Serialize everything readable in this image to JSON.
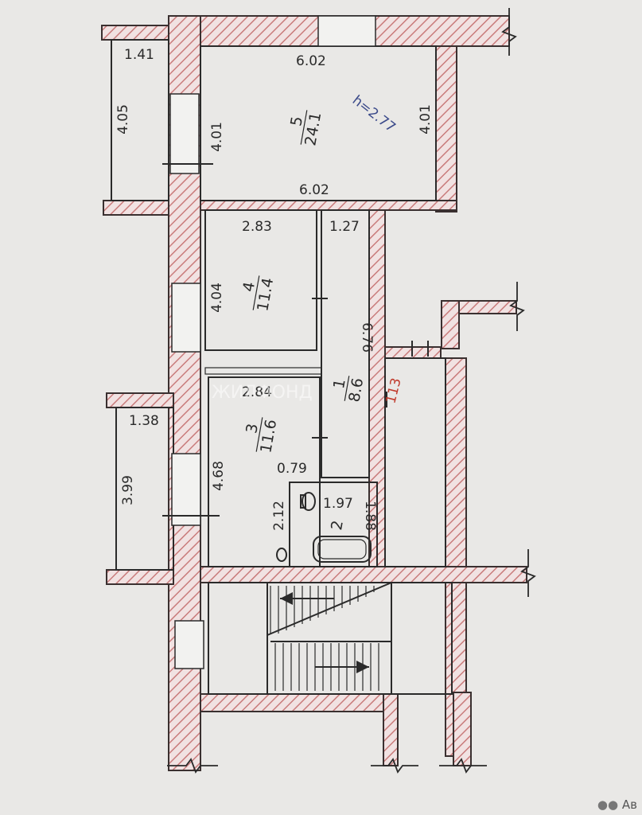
{
  "ceiling_height": "h=2.77",
  "rooms": [
    {
      "id": "5",
      "label_num": "5",
      "label_area": "24.1"
    },
    {
      "id": "4",
      "label_num": "4",
      "label_area": "11.4"
    },
    {
      "id": "3",
      "label_num": "3",
      "label_area": "11.6"
    },
    {
      "id": "1",
      "label_num": "1",
      "label_area": "8.6"
    },
    {
      "id": "2",
      "label_num": "2",
      "label_area": ""
    }
  ],
  "dimensions": {
    "room5_top": "6.02",
    "room5_bottom": "6.02",
    "room5_left": "4.01",
    "room5_right": "4.01",
    "balcony1_top": "1.41",
    "balcony1_side": "4.05",
    "room4_top": "2.83",
    "room4_side": "4.04",
    "corridor_top": "1.27",
    "corridor_side": "6.76",
    "room3_top": "2.84",
    "room3_side": "4.68",
    "room3_notch": "0.79",
    "balcony2_top": "1.38",
    "balcony2_side": "3.99",
    "bath_top": "1.97",
    "bath_left": "2.12",
    "bath_right": "1.88"
  },
  "red_label": "113",
  "watermark": "ЖИЛФОНД",
  "corner_logo": "Ав"
}
